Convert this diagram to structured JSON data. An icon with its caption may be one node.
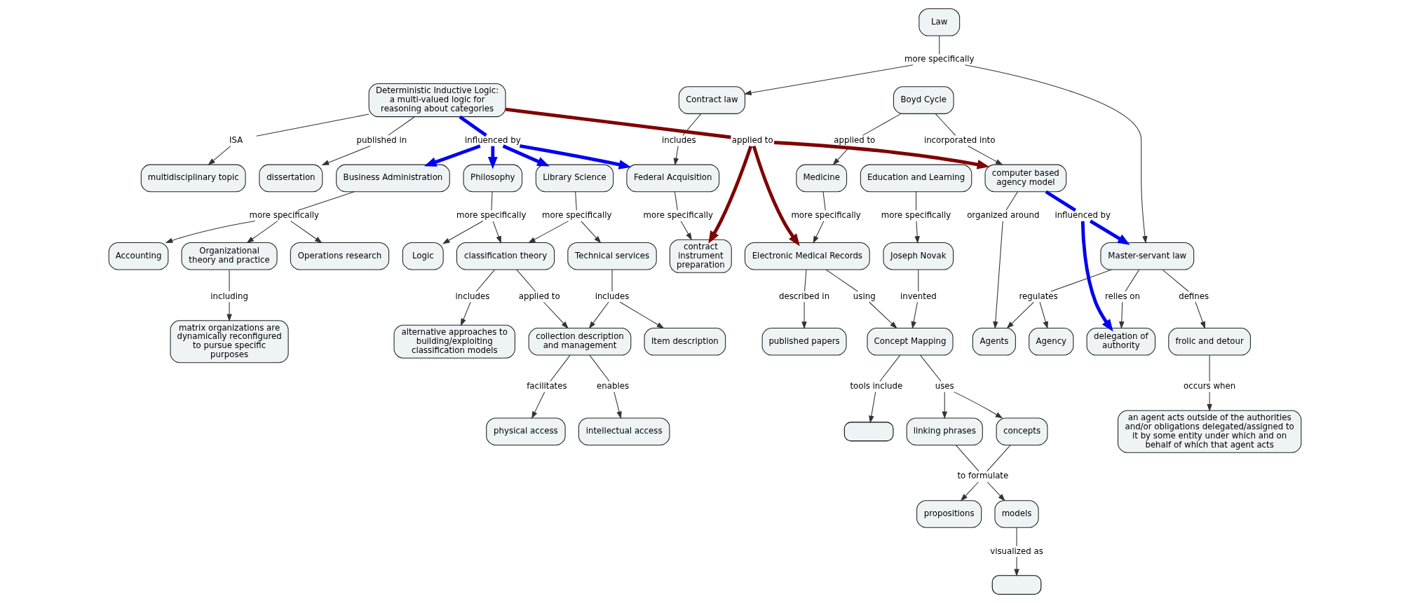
{
  "diagram": {
    "nodes": [
      {
        "text": [
          "multidisciplinary topic"
        ]
      },
      {
        "text": [
          "ISA"
        ]
      },
      {
        "text": [
          "Deterministic Inductive Logic: a multi-valued logic for reasoning about categories"
        ]
      },
      {
        "text": [
          "published in"
        ]
      },
      {
        "text": [
          "dissertation"
        ]
      },
      {
        "text": [
          "influenced by"
        ]
      },
      {
        "text": [
          "applied to"
        ]
      },
      {
        "text": [
          "Business Administration"
        ]
      },
      {
        "text": [
          "Philosophy"
        ]
      },
      {
        "text": [
          "Library Science"
        ]
      },
      {
        "text": [
          "Federal Acquisition"
        ]
      },
      {
        "text": [
          "more specifically"
        ]
      },
      {
        "text": [
          "Accounting"
        ]
      },
      {
        "text": [
          "Organizational theory and practice"
        ]
      },
      {
        "text": [
          "Operations research"
        ]
      },
      {
        "text": [
          "including"
        ]
      },
      {
        "text": [
          "matrix organizations are dynamically reconfigured to pursue specific purposes"
        ]
      },
      {
        "text": [
          "more specifically"
        ]
      },
      {
        "text": [
          "Logic"
        ]
      },
      {
        "text": [
          "classification theory"
        ]
      },
      {
        "text": [
          "more specifically"
        ]
      },
      {
        "text": [
          "Technical services"
        ]
      },
      {
        "text": [
          "includes"
        ]
      },
      {
        "text": [
          "applied to"
        ]
      },
      {
        "text": [
          "alternative approaches to building/exploiting classification models"
        ]
      },
      {
        "text": [
          "collection description and management"
        ]
      },
      {
        "text": [
          "includes"
        ]
      },
      {
        "text": [
          "Item description"
        ]
      },
      {
        "text": [
          "enables"
        ]
      },
      {
        "text": [
          "facilitates"
        ]
      },
      {
        "text": [
          "intellectual access"
        ]
      },
      {
        "text": [
          "physical access"
        ]
      },
      {
        "text": [
          "Law"
        ]
      },
      {
        "text": [
          "more specifically"
        ]
      },
      {
        "text": [
          "Contract law"
        ]
      },
      {
        "text": [
          "Master-servant law"
        ]
      },
      {
        "text": [
          "includes"
        ]
      },
      {
        "text": [
          "more specifically"
        ]
      },
      {
        "text": [
          "contract instrument preparation"
        ]
      },
      {
        "text": [
          "defines"
        ]
      },
      {
        "text": [
          "regulates"
        ]
      },
      {
        "text": [
          "relies on"
        ]
      },
      {
        "text": [
          "frolic and detour"
        ]
      },
      {
        "text": [
          "Agency"
        ]
      },
      {
        "text": [
          "Agents"
        ]
      },
      {
        "text": [
          "delegation of authority"
        ]
      },
      {
        "text": [
          "occurs when"
        ]
      },
      {
        "text": [
          "an agent acts outside of the authorities and/or obligations delegated/assigned to it by some entity under which and on behalf of which that agent acts"
        ]
      },
      {
        "text": [
          "influenced by"
        ]
      },
      {
        "text": [
          "computer based agency model"
        ]
      },
      {
        "text": [
          "organized around"
        ]
      },
      {
        "text": [
          "incorporated into"
        ]
      },
      {
        "text": [
          "Boyd Cycle"
        ]
      },
      {
        "text": [
          "applied to"
        ]
      },
      {
        "text": [
          "Medicine"
        ]
      },
      {
        "text": [
          "more specifically"
        ]
      },
      {
        "text": [
          "Electronic Medical Records"
        ]
      },
      {
        "text": [
          "described in"
        ]
      },
      {
        "text": [
          "using"
        ]
      },
      {
        "text": [
          "published papers"
        ]
      },
      {
        "text": [
          "Education and Learning"
        ]
      },
      {
        "text": [
          "more specifically"
        ]
      },
      {
        "text": [
          "Joseph Novak"
        ]
      },
      {
        "text": [
          "invented"
        ]
      },
      {
        "text": [
          "Concept Mapping"
        ]
      },
      {
        "text": [
          "tools include"
        ]
      },
      {
        "text": [
          "uses"
        ]
      },
      {
        "text": [],
        "shape": "box"
      },
      {
        "text": [
          "concepts"
        ]
      },
      {
        "text": [
          "linking phrases"
        ]
      },
      {
        "text": [
          "to formulate"
        ]
      },
      {
        "text": [
          "propositions"
        ]
      },
      {
        "text": [
          "models"
        ]
      },
      {
        "text": [
          "visualized as"
        ]
      },
      {
        "text": [],
        "shape": "box"
      }
    ],
    "edges": [
      {
        "from": 2,
        "to": 1,
        "arrow": "none"
      },
      {
        "from": 1,
        "to": 0,
        "arrow": "to"
      },
      {
        "from": 2,
        "to": 3,
        "arrow": "none"
      },
      {
        "from": 3,
        "to": 4,
        "arrow": "to"
      },
      {
        "from": 2,
        "to": 5,
        "arrow": "none",
        "style": "thick",
        "color": "#0000ee"
      },
      {
        "from": 5,
        "to": 7,
        "arrow": "to",
        "style": "thick",
        "color": "#0000ee"
      },
      {
        "from": 5,
        "to": 8,
        "arrow": "to",
        "style": "thick",
        "color": "#0000ee"
      },
      {
        "from": 5,
        "to": 9,
        "arrow": "to",
        "style": "thick",
        "color": "#0000ee"
      },
      {
        "from": 5,
        "to": 10,
        "arrow": "to",
        "style": "thick",
        "color": "#0000ee"
      },
      {
        "from": 2,
        "to": 6,
        "arrow": "none",
        "style": "thick",
        "color": "#800000"
      },
      {
        "from": 6,
        "to": 49,
        "arrow": "to",
        "style": "thick",
        "color": "#800000"
      },
      {
        "from": 6,
        "to": 56,
        "arrow": "to",
        "style": "thick",
        "color": "#800000"
      },
      {
        "from": 6,
        "to": 38,
        "arrow": "to",
        "style": "thick",
        "color": "#800000"
      },
      {
        "from": 7,
        "to": 11,
        "arrow": "none"
      },
      {
        "from": 11,
        "to": 12,
        "arrow": "to"
      },
      {
        "from": 11,
        "to": 13,
        "arrow": "to"
      },
      {
        "from": 11,
        "to": 14,
        "arrow": "to"
      },
      {
        "from": 13,
        "to": 15,
        "arrow": "none"
      },
      {
        "from": 15,
        "to": 16,
        "arrow": "to"
      },
      {
        "from": 8,
        "to": 17,
        "arrow": "none"
      },
      {
        "from": 17,
        "to": 18,
        "arrow": "to"
      },
      {
        "from": 17,
        "to": 19,
        "arrow": "to"
      },
      {
        "from": 9,
        "to": 20,
        "arrow": "none"
      },
      {
        "from": 20,
        "to": 19,
        "arrow": "to"
      },
      {
        "from": 20,
        "to": 21,
        "arrow": "to"
      },
      {
        "from": 19,
        "to": 22,
        "arrow": "none"
      },
      {
        "from": 22,
        "to": 24,
        "arrow": "to"
      },
      {
        "from": 19,
        "to": 23,
        "arrow": "none"
      },
      {
        "from": 23,
        "to": 25,
        "arrow": "to"
      },
      {
        "from": 21,
        "to": 26,
        "arrow": "none"
      },
      {
        "from": 26,
        "to": 25,
        "arrow": "to"
      },
      {
        "from": 26,
        "to": 27,
        "arrow": "to"
      },
      {
        "from": 25,
        "to": 28,
        "arrow": "none"
      },
      {
        "from": 28,
        "to": 30,
        "arrow": "to"
      },
      {
        "from": 25,
        "to": 29,
        "arrow": "none"
      },
      {
        "from": 29,
        "to": 31,
        "arrow": "to"
      },
      {
        "from": 32,
        "to": 33,
        "arrow": "none"
      },
      {
        "from": 33,
        "to": 34,
        "arrow": "to"
      },
      {
        "from": 33,
        "to": 35,
        "arrow": "to"
      },
      {
        "from": 34,
        "to": 36,
        "arrow": "none"
      },
      {
        "from": 36,
        "to": 10,
        "arrow": "to"
      },
      {
        "from": 10,
        "to": 37,
        "arrow": "none"
      },
      {
        "from": 37,
        "to": 38,
        "arrow": "to"
      },
      {
        "from": 35,
        "to": 39,
        "arrow": "none"
      },
      {
        "from": 39,
        "to": 42,
        "arrow": "to"
      },
      {
        "from": 35,
        "to": 40,
        "arrow": "none"
      },
      {
        "from": 40,
        "to": 43,
        "arrow": "to"
      },
      {
        "from": 40,
        "to": 44,
        "arrow": "to"
      },
      {
        "from": 35,
        "to": 41,
        "arrow": "none"
      },
      {
        "from": 41,
        "to": 45,
        "arrow": "to"
      },
      {
        "from": 42,
        "to": 46,
        "arrow": "none"
      },
      {
        "from": 46,
        "to": 47,
        "arrow": "to"
      },
      {
        "from": 49,
        "to": 48,
        "arrow": "none",
        "style": "thick",
        "color": "#0000ee"
      },
      {
        "from": 48,
        "to": 35,
        "arrow": "to",
        "style": "thick",
        "color": "#0000ee"
      },
      {
        "from": 48,
        "to": 45,
        "arrow": "to",
        "style": "thick",
        "color": "#0000ee"
      },
      {
        "from": 49,
        "to": 50,
        "arrow": "none"
      },
      {
        "from": 50,
        "to": 44,
        "arrow": "to"
      },
      {
        "from": 52,
        "to": 51,
        "arrow": "none"
      },
      {
        "from": 51,
        "to": 49,
        "arrow": "to"
      },
      {
        "from": 52,
        "to": 53,
        "arrow": "none"
      },
      {
        "from": 53,
        "to": 54,
        "arrow": "to"
      },
      {
        "from": 54,
        "to": 55,
        "arrow": "none"
      },
      {
        "from": 55,
        "to": 56,
        "arrow": "to"
      },
      {
        "from": 56,
        "to": 57,
        "arrow": "none"
      },
      {
        "from": 57,
        "to": 59,
        "arrow": "to"
      },
      {
        "from": 56,
        "to": 58,
        "arrow": "none"
      },
      {
        "from": 58,
        "to": 64,
        "arrow": "to"
      },
      {
        "from": 60,
        "to": 61,
        "arrow": "none"
      },
      {
        "from": 61,
        "to": 62,
        "arrow": "to"
      },
      {
        "from": 62,
        "to": 63,
        "arrow": "none"
      },
      {
        "from": 63,
        "to": 64,
        "arrow": "to"
      },
      {
        "from": 64,
        "to": 65,
        "arrow": "none"
      },
      {
        "from": 65,
        "to": 67,
        "arrow": "to"
      },
      {
        "from": 64,
        "to": 66,
        "arrow": "none"
      },
      {
        "from": 66,
        "to": 68,
        "arrow": "to"
      },
      {
        "from": 66,
        "to": 69,
        "arrow": "to"
      },
      {
        "from": 68,
        "to": 70,
        "arrow": "none"
      },
      {
        "from": 69,
        "to": 70,
        "arrow": "none"
      },
      {
        "from": 70,
        "to": 71,
        "arrow": "to"
      },
      {
        "from": 70,
        "to": 72,
        "arrow": "to"
      },
      {
        "from": 72,
        "to": 73,
        "arrow": "none"
      },
      {
        "from": 73,
        "to": 74,
        "arrow": "to"
      }
    ]
  }
}
